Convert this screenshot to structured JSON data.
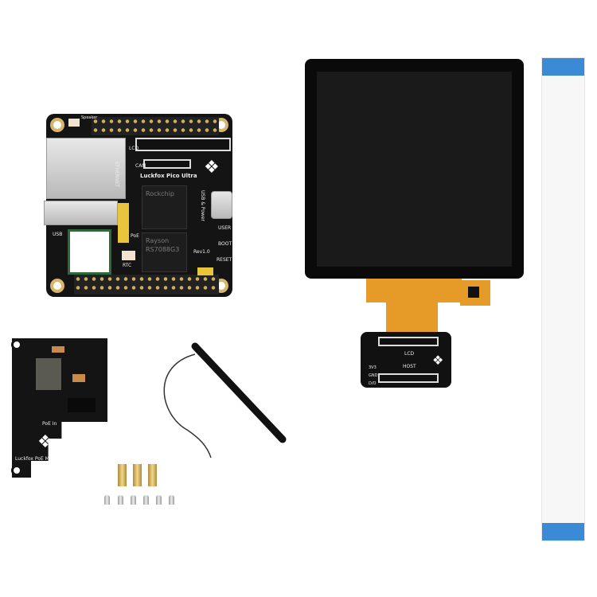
{
  "main_board": {
    "name": "Luckfox Pico Ultra",
    "soc": "Rockchip",
    "flash_brand": "Rayson",
    "flash_part": "RS7088G3",
    "labels": {
      "ethernet": "ETHERNET",
      "lcd": "LCD",
      "cam": "CAM",
      "usb_power": "USB & Power",
      "user": "USER",
      "boot": "BOOT",
      "reset": "RESET",
      "rev": "Rev1.0",
      "poe": "PoE",
      "rtc": "RTC",
      "usb": "USB",
      "speaker": "Speaker"
    }
  },
  "poe_module": {
    "name": "Luckfox PoE Module",
    "port_label": "PoE In"
  },
  "lcd_adapter": {
    "top": "LCD",
    "bottom": "HOST",
    "pins": [
      "3V3",
      "GND",
      "D/O"
    ]
  },
  "colors": {
    "pcb": "#141414",
    "fpc": "#e69a28",
    "gold": "#d7b56a",
    "cable_tip": "#3a8ad6"
  }
}
